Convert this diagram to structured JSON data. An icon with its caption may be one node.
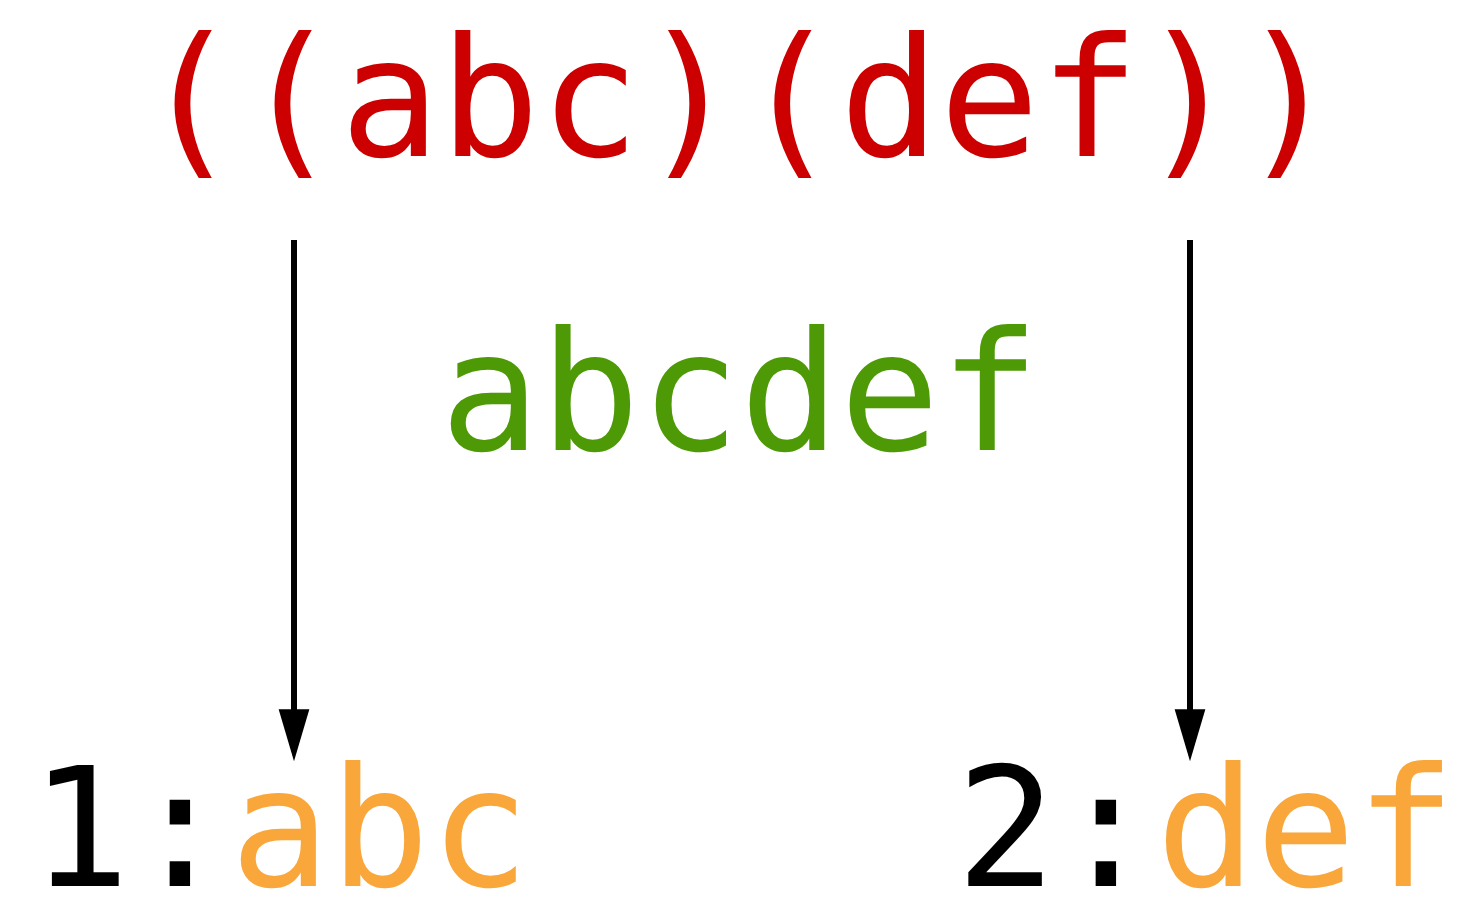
{
  "diagram": {
    "nodes": [
      {
        "text": [
          "((abc)(def))"
        ]
      },
      {
        "text": [
          "1:",
          "abc"
        ]
      },
      {
        "text": [
          "2:",
          "def"
        ]
      }
    ],
    "edges": [
      {
        "from": 0,
        "to": 1,
        "arrow": "to"
      },
      {
        "from": 0,
        "to": 2,
        "arrow": "to"
      }
    ],
    "labels": [
      "abcdef"
    ]
  }
}
